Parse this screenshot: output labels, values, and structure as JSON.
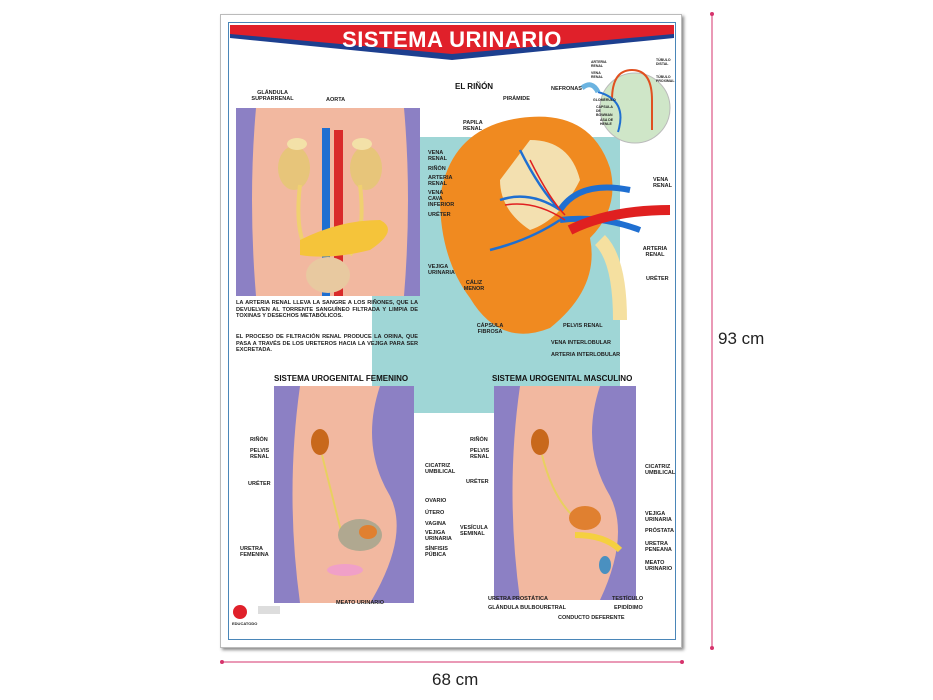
{
  "title": "SISTEMA URINARIO",
  "kidney_title": "EL RIÑÓN",
  "dimensions": {
    "height": "93 cm",
    "width": "68 cm"
  },
  "upper_left_labels": {
    "glandula": "GLÁNDULA SUPRARRENAL",
    "aorta": "AORTA",
    "vena_renal": "VENA RENAL",
    "rinon": "RIÑÓN",
    "arteria_renal": "ARTERIA RENAL",
    "vena_cava": "VENA CAVA INFERIOR",
    "ureter": "URÉTER",
    "vejiga": "VEJIGA URINARIA"
  },
  "paragraphs": [
    "LA ARTERIA RENAL LLEVA LA SANGRE A LOS RIÑONES, QUE LA DEVUELVEN AL TORRENTE SANGUÍNEO FILTRADA Y LIMPIA DE TOXINAS Y DESECHOS METABÓLICOS.",
    "EL PROCESO DE FILTRACIÓN RENAL PRODUCE LA ORINA, QUE PASA A TRAVÉS DE LOS URETEROS HACIA LA VEJIGA PARA SER EXCRETADA."
  ],
  "kidney_labels": {
    "piramide": "PIRÁMIDE",
    "papila": "PAPILA RENAL",
    "nefronas": "NEFRONAS",
    "vena_renal": "VENA RENAL",
    "arteria_renal": "ARTERIA RENAL",
    "ureter": "URÉTER",
    "caliz": "CÁLIZ MENOR",
    "capsula": "CÁPSULA FIBROSA",
    "pelvis": "PELVIS RENAL",
    "vena_inter": "VENA INTERLOBULAR",
    "arteria_inter": "ARTERIA INTERLOBULAR"
  },
  "nephron_labels": {
    "arteria": "ARTERIA RENAL",
    "vena": "VENA RENAL",
    "distal": "TÚBULO DISTAL",
    "proximal": "TÚBULO PROXIMAL",
    "glomerulo": "GLOMÉRULO",
    "bowman": "CÁPSULA DE BOWMAN",
    "henle": "ASA DE HENLE"
  },
  "female": {
    "title": "SISTEMA UROGENITAL FEMENINO",
    "labels": {
      "rinon": "RIÑÓN",
      "pelvis": "PELVIS RENAL",
      "ureter": "URÉTER",
      "cicatriz": "CICATRIZ UMBILICAL",
      "ovario": "OVARIO",
      "utero": "ÚTERO",
      "vagina": "VAGINA",
      "vejiga": "VEJIGA URINARIA",
      "sinfisis": "SÍNFISIS PÚBICA",
      "uretra": "URETRA FEMENINA",
      "meato": "MEATO URINARIO"
    }
  },
  "male": {
    "title": "SISTEMA UROGENITAL MASCULINO",
    "labels": {
      "rinon": "RIÑÓN",
      "pelvis": "PELVIS RENAL",
      "ureter": "URÉTER",
      "cicatriz": "CICATRIZ UMBILICAL",
      "vesicula": "VESÍCULA SEMINAL",
      "vejiga": "VEJIGA URINARIA",
      "prostata": "PRÓSTATA",
      "uretra_peneana": "URETRA PENEANA",
      "meato": "MEATO URINARIO",
      "uretra_prostatica": "URETRA PROSTÁTICA",
      "bulbouretral": "GLÁNDULA BULBOURETRAL",
      "testiculo": "TESTÍCULO",
      "epididimo": "EPIDÍDIMO",
      "deferente": "CONDUCTO DEFERENTE"
    }
  },
  "publisher": "EDUCATODO",
  "colors": {
    "banner": "#e0202a",
    "banner_edge": "#1d3f8f",
    "teal": "#9fd6d6",
    "skin": "#f2b8a0",
    "purple": "#8c80c4",
    "dim_line": "#d6336c"
  }
}
